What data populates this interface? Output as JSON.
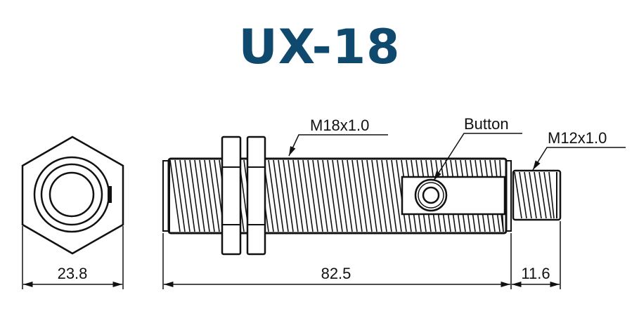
{
  "title": "UX-18",
  "title_color": "#0f4a6e",
  "labels": {
    "main_thread": "M18x1.0",
    "button": "Button",
    "connector_thread": "M12x1.0"
  },
  "dimensions": {
    "hex_width": "23.8",
    "body_length": "82.5",
    "connector_length": "11.6"
  }
}
